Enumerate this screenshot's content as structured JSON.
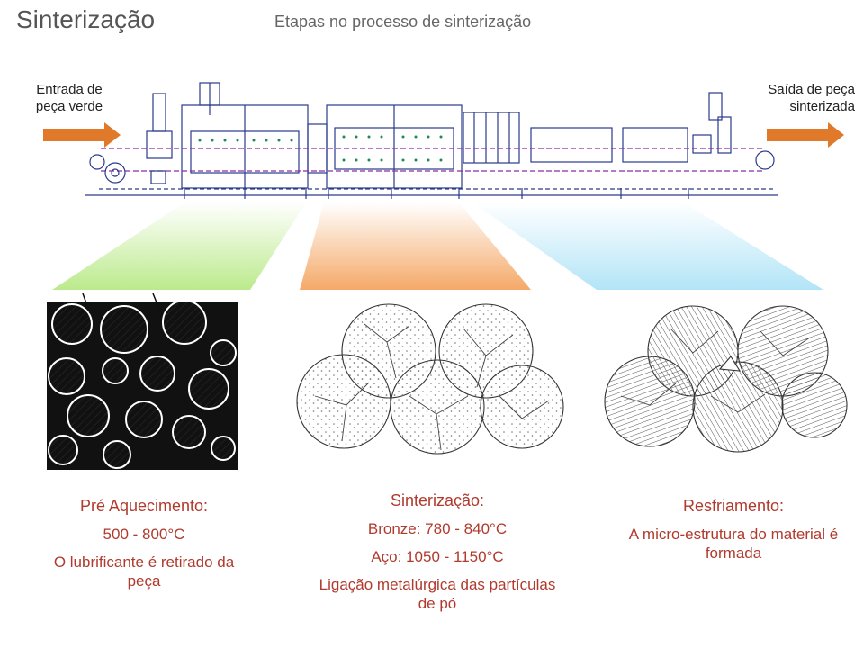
{
  "header": {
    "title": "Sinterização",
    "subtitle": "Etapas no processo de sinterização"
  },
  "furnace": {
    "entry_label": "Entrada de peça verde",
    "exit_label": "Saída de peça sinterizada"
  },
  "stages": [
    {
      "title": "Pré Aquecimento:",
      "lines": [
        "500 - 800°C",
        "O lubrificante é retirado da peça"
      ],
      "color": "#b8e986"
    },
    {
      "title": "Sinterização:",
      "lines": [
        "Bronze: 780 - 840°C",
        "Aço: 1050 - 1150°C",
        "Ligação metalúrgica das partículas de pó"
      ],
      "color": "#f4a460"
    },
    {
      "title": "Resfriamento:",
      "lines": [
        "A micro-estrutura do material é formada"
      ],
      "color": "#aee3f7"
    }
  ],
  "colors": {
    "text_accent": "#b03a2e",
    "line_drawing": "#2a3a8c",
    "arrow": "#e07a2a"
  }
}
